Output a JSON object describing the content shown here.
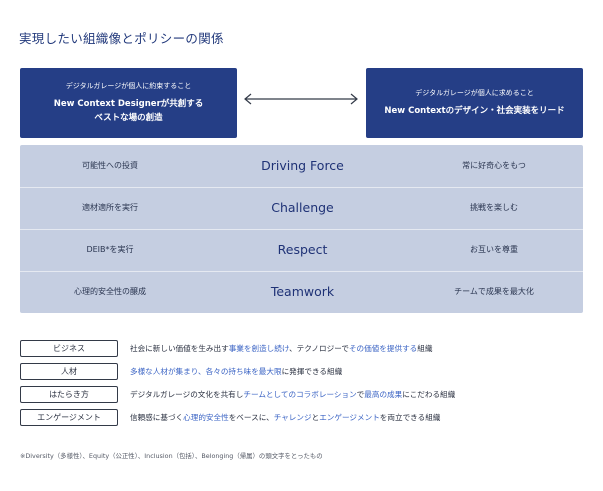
{
  "title": "実現したい組織像とポリシーの関係",
  "top_left": {
    "sub": "デジタルガレージが個人に約束すること",
    "line1": "New Context Designerが共創する",
    "line2": "ベストな場の創造"
  },
  "top_right": {
    "sub": "デジタルガレージが個人に求めること",
    "line1": "New Contextのデザイン・社会実装をリード"
  },
  "rows": [
    {
      "left": "可能性への投資",
      "center": "Driving Force",
      "right": "常に好奇心をもつ"
    },
    {
      "left": "適材適所を実行",
      "center": "Challenge",
      "right": "挑戦を楽しむ"
    },
    {
      "left": "DEIB*を実行",
      "center": "Respect",
      "right": "お互いを尊重"
    },
    {
      "left": "心理的安全性の醸成",
      "center": "Teamwork",
      "right": "チームで成果を最大化"
    }
  ],
  "categories": [
    {
      "label": "ビジネス",
      "parts": [
        "社会に新しい価値を生み出す",
        "事業を創造し続け",
        "、テクノロジーで",
        "その価値を提供する",
        "組織"
      ]
    },
    {
      "label": "人材",
      "parts": [
        "",
        "多様な人材が集まり、各々の持ち味を最大限",
        "に発揮できる組織"
      ]
    },
    {
      "label": "はたらき方",
      "parts": [
        "デジタルガレージの文化を共有し",
        "チームとしてのコラボレーション",
        "で",
        "最高の成果",
        "にこだわる組織"
      ]
    },
    {
      "label": "エンゲージメント",
      "parts": [
        "信頼感に基づく",
        "心理的安全性",
        "をベースに、",
        "チャレンジ",
        "と",
        "エンゲージメント",
        "を両立できる組織"
      ]
    }
  ],
  "footnote": "※Diversity（多様性）、Equity（公正性）、Inclusion（包括）、Belonging（帰属）の頭文字をとったもの",
  "colors": {
    "navy": "#253e86",
    "table_bg": "#c5cee1",
    "highlight": "#3a63c4"
  }
}
